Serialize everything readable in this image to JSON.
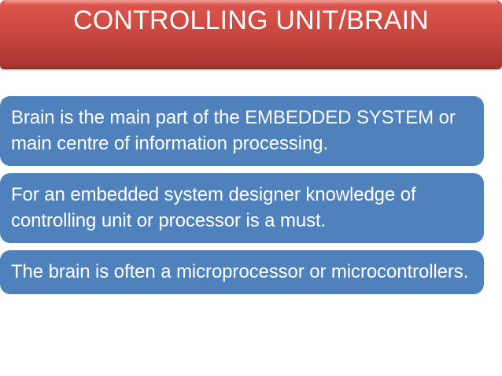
{
  "slide": {
    "title": "CONTROLLING UNIT/BRAIN",
    "colors": {
      "banner_top": "#e05a52",
      "banner_bottom": "#a6342d",
      "box_fill": "#4f81bd",
      "text": "#ffffff",
      "background": "#ffffff"
    },
    "bullets": [
      {
        "text": "Brain is the main part of the EMBEDDED SYSTEM or main centre of information processing."
      },
      {
        "text": "For an embedded system designer knowledge of controlling unit or processor is a must."
      },
      {
        "text": "The brain is often a microprocessor or microcontrollers."
      }
    ]
  }
}
